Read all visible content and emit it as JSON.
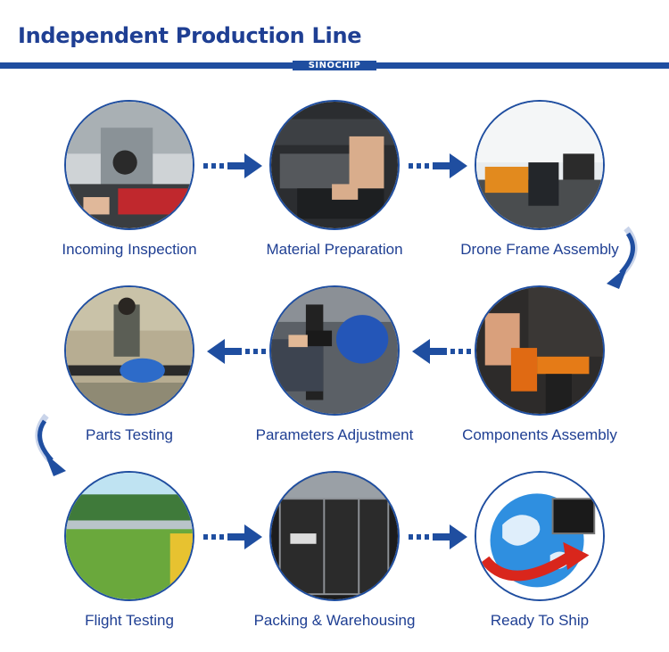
{
  "header": {
    "title": "Independent Production Line",
    "brand": "SINOCHIP"
  },
  "steps": [
    {
      "label": "Incoming Inspection"
    },
    {
      "label": "Material Preparation"
    },
    {
      "label": "Drone Frame Assembly"
    },
    {
      "label": "Components Assembly"
    },
    {
      "label": "Parameters Adjustment"
    },
    {
      "label": "Parts Testing"
    },
    {
      "label": "Flight Testing"
    },
    {
      "label": "Packing & Warehousing"
    },
    {
      "label": "Ready To Ship"
    }
  ],
  "colors": {
    "accent": "#1f4ea0",
    "title": "#1f3f93"
  }
}
